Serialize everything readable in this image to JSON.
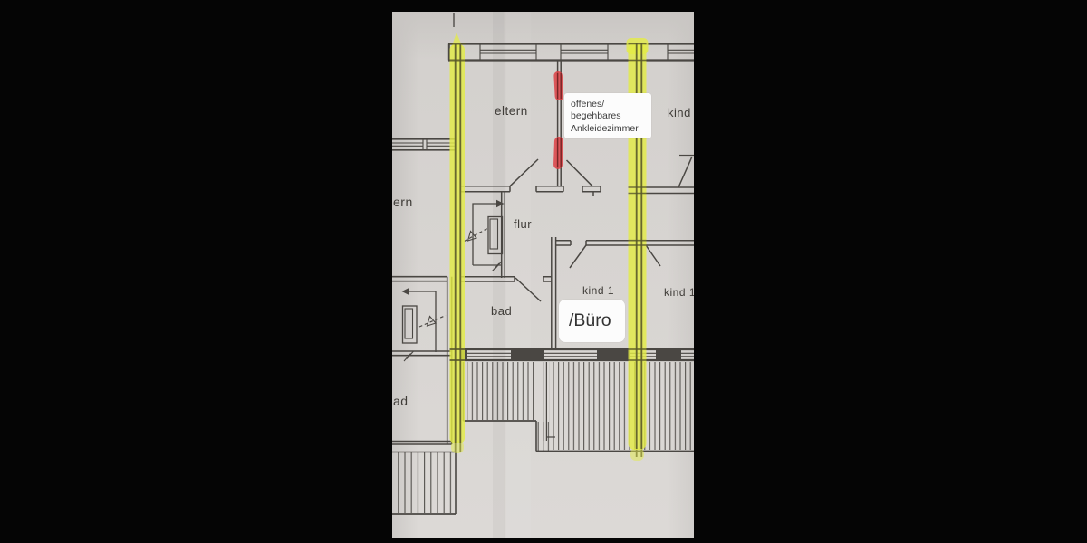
{
  "photo": {
    "description": "scanned floor plan with marker highlights"
  },
  "colors": {
    "paper": "#d6d3d0",
    "ink": "#4a4743",
    "highlight_yellow": "#e3eb45",
    "highlight_red": "#dc3a3f",
    "note_background": "#fcfcfc",
    "letterbox": "#050505"
  },
  "room_labels": [
    {
      "id": "eltern",
      "text": "eltern"
    },
    {
      "id": "eltern-partial",
      "text": "ern"
    },
    {
      "id": "flur",
      "text": "flur"
    },
    {
      "id": "bad",
      "text": "bad"
    },
    {
      "id": "bad-partial",
      "text": "ad"
    },
    {
      "id": "kind-top",
      "text": "kind"
    },
    {
      "id": "kind1",
      "text": "kind 1"
    },
    {
      "id": "kind1-right",
      "text": "kind 1"
    }
  ],
  "annotations": {
    "ankleide": {
      "line1": "offenes/",
      "line2": "begehbares",
      "line3": "Ankleidezimmer"
    },
    "buero": {
      "text": "/Büro"
    }
  }
}
